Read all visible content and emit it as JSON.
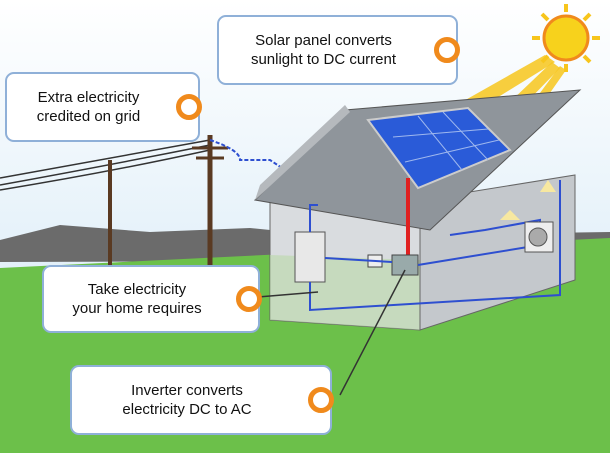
{
  "callouts": {
    "solar": {
      "line1": "Solar panel converts",
      "line2": "sunlight to DC current"
    },
    "grid": {
      "line1": "Extra electricity",
      "line2": "credited on grid"
    },
    "home": {
      "line1": "Take electricity",
      "line2": "your home requires"
    },
    "inverter": {
      "line1": "Inverter converts",
      "line2": "electricity DC to AC"
    }
  },
  "colors": {
    "accent": "#f08a1c",
    "wire_dc": "#e02020",
    "wire_ac": "#2e4fd0",
    "ground": "#6cc04a",
    "panel": "#2a5bd8",
    "sun": "#f7d21c"
  }
}
